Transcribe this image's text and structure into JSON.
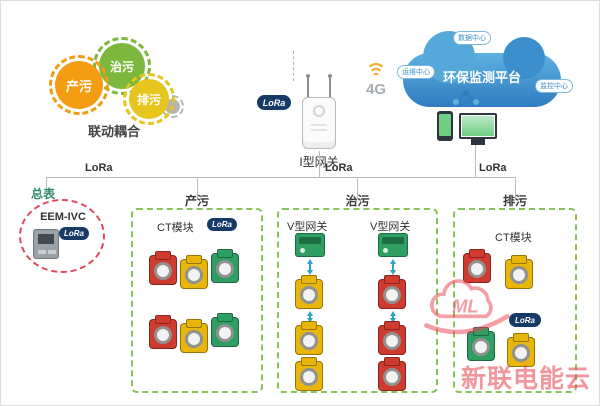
{
  "colors": {
    "lora_badge": "#173a66",
    "zone_border": "#86c35a",
    "meter_border": "#e0485a",
    "cloud_blue": "#2f7cc0",
    "watermark_red": "#e8414e",
    "ct_red": "#cf3b2f",
    "ct_yellow": "#e8b50a",
    "ct_green": "#2f9e63"
  },
  "gears": {
    "produce": "产污",
    "treat": "治污",
    "discharge": "排污",
    "caption": "联动耦合"
  },
  "gateway": {
    "label": "I型网关",
    "lora": "LoRa",
    "network": "4G"
  },
  "cloud": {
    "title": "环保监测平台",
    "bubble_top": "数据中心",
    "bubble_left": "运维中心",
    "bubble_right": "监控中心"
  },
  "bus": {
    "lora_left": "LoRa",
    "lora_center": "LoRa",
    "lora_right": "LoRa"
  },
  "meter": {
    "caption": "总表",
    "model": "EEM-IVC",
    "lora": "LoRa"
  },
  "zones": {
    "produce": {
      "title": "产污",
      "module": "CT模块",
      "lora": "LoRa"
    },
    "treat": {
      "title": "治污",
      "gateway_left": "V型网关",
      "gateway_right": "V型网关"
    },
    "discharge": {
      "title": "排污",
      "module": "CT模块",
      "lora": "LoRa"
    }
  },
  "watermark": {
    "logo": "ML",
    "text": "新联电能云"
  }
}
